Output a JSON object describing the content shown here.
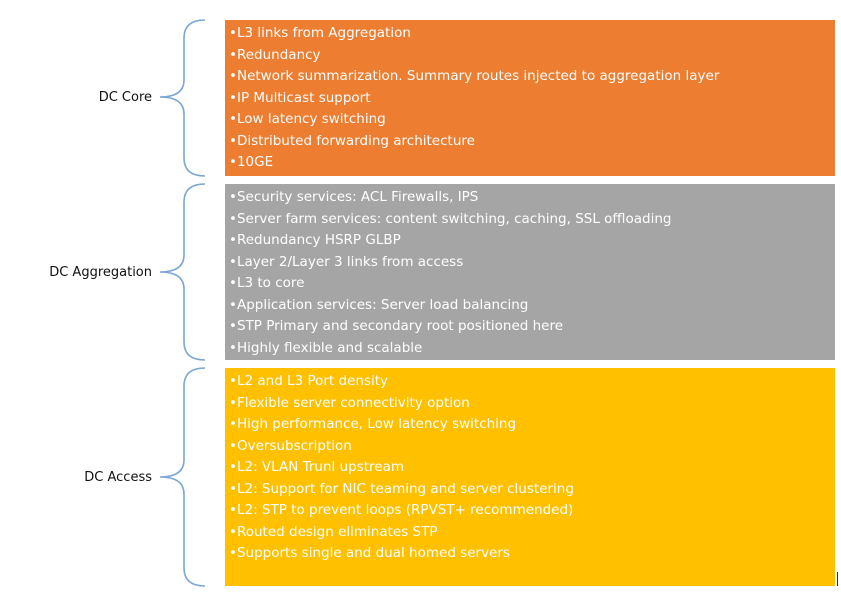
{
  "colors": {
    "core": "#ed7d31",
    "aggregation": "#a5a5a5",
    "access": "#ffc000",
    "brace": "#7ba7d4",
    "text": "#ffffff"
  },
  "tiers": [
    {
      "label": "DC Core",
      "items": [
        "L3 links from Aggregation",
        "Redundancy",
        "Network summarization. Summary routes injected to aggregation layer",
        "IP Multicast support",
        "Low latency switching",
        "Distributed forwarding architecture",
        "10GE"
      ]
    },
    {
      "label": "DC Aggregation",
      "items": [
        "Security services: ACL Firewalls, IPS",
        "Server farm services: content switching, caching, SSL offloading",
        "Redundancy HSRP GLBP",
        "Layer 2/Layer 3 links from access",
        "L3 to core",
        "Application services: Server load balancing",
        "STP Primary and secondary root positioned here",
        "Highly flexible and scalable"
      ]
    },
    {
      "label": "DC Access",
      "items": [
        "L2 and L3 Port density",
        "Flexible server connectivity option",
        "High performance, Low latency switching",
        "Oversubscription",
        "L2: VLAN Trunl upstream",
        "L2: Support for NIC teaming and server clustering",
        "L2: STP to prevent loops (RPVST+ recommended)",
        "Routed design eliminates STP",
        "Supports single and dual homed servers"
      ]
    }
  ]
}
